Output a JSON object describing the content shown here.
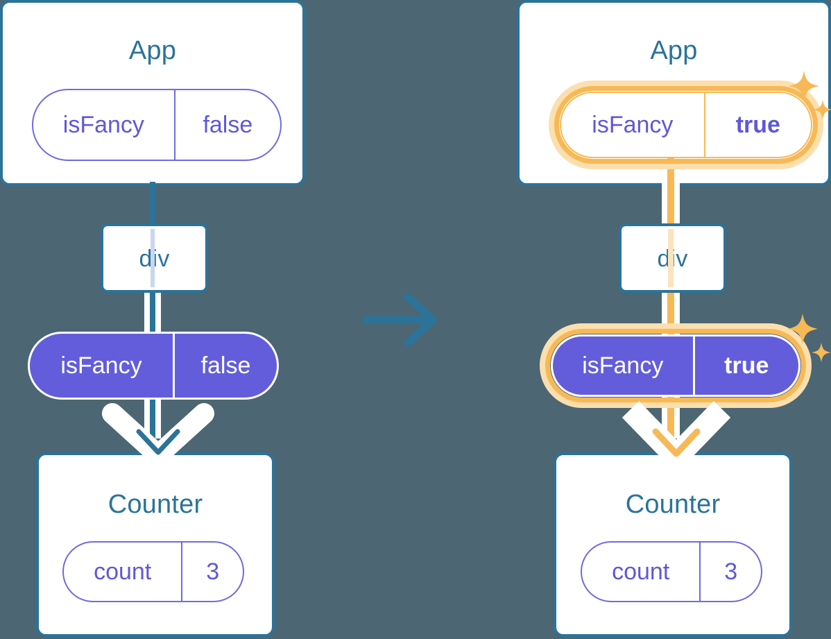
{
  "meta": {
    "title": "React state lifting diagram: isFancy false to true",
    "background_color": "#4c6673"
  },
  "colors": {
    "blue": "#2b7399",
    "purple_text": "#5f58d8",
    "purple_fill": "#635ddb",
    "purple_stroke": "#6f6ae0",
    "orange": "#f7b955",
    "orange_glow": "#fbdfae",
    "white": "#ffffff",
    "faint_blue_line": "#c9d6ef",
    "faint_orange_line": "#fbe3bd"
  },
  "before": {
    "app": {
      "title": "App",
      "state": {
        "name": "isFancy",
        "value": "false",
        "highlighted": false,
        "bold_value": false
      }
    },
    "div": {
      "title": "div"
    },
    "prop": {
      "name": "isFancy",
      "value": "false",
      "highlighted": false,
      "bold_value": false
    },
    "counter": {
      "title": "Counter",
      "state": {
        "name": "count",
        "value": "3"
      }
    }
  },
  "transition": {
    "icon": "arrow-right-icon",
    "direction": "right",
    "color": "#2b7399"
  },
  "after": {
    "app": {
      "title": "App",
      "state": {
        "name": "isFancy",
        "value": "true",
        "highlighted": true,
        "bold_value": true
      }
    },
    "div": {
      "title": "div"
    },
    "prop": {
      "name": "isFancy",
      "value": "true",
      "highlighted": true,
      "bold_value": true
    },
    "counter": {
      "title": "Counter",
      "state": {
        "name": "count",
        "value": "3"
      }
    },
    "sparkle_icons": [
      "sparkle-large-icon",
      "sparkle-small-icon"
    ]
  }
}
